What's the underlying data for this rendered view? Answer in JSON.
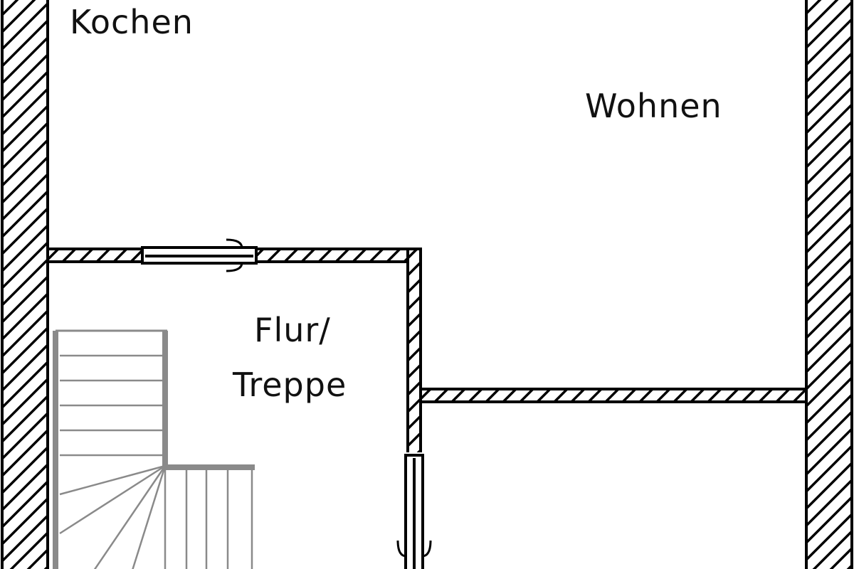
{
  "rooms": {
    "kitchen": "Kochen",
    "living": "Wohnen",
    "hall_line1": "Flur/",
    "hall_line2": "Treppe"
  },
  "colors": {
    "wall_outline": "#000000",
    "hatch": "#000000",
    "stair": "#8a8a8a",
    "background": "#ffffff"
  },
  "icons": [
    "sliding-door-icon",
    "door-icon",
    "staircase-icon"
  ]
}
